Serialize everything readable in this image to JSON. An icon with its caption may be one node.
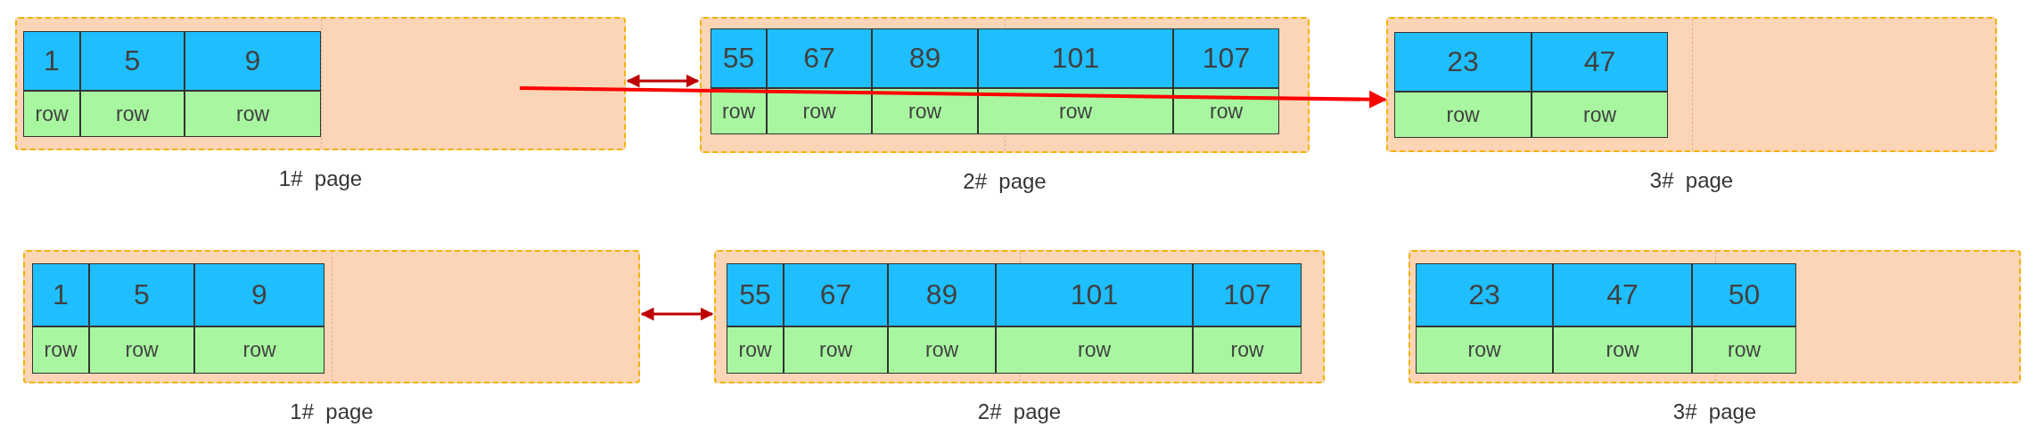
{
  "diagram": {
    "nodes": [
      {
        "text": [],
        "shape": "box",
        "beside": [
          "1#  page"
        ]
      },
      {
        "text": [
          "1"
        ],
        "in": 0
      },
      {
        "text": [
          "5"
        ],
        "in": 0
      },
      {
        "text": [
          "9"
        ],
        "in": 0
      },
      {
        "text": [
          "row"
        ],
        "in": 0
      },
      {
        "text": [
          "row"
        ],
        "in": 0
      },
      {
        "text": [
          "row"
        ],
        "in": 0
      },
      {
        "text": [],
        "shape": "box",
        "beside": [
          "2#  page"
        ]
      },
      {
        "text": [
          "55"
        ],
        "in": 7
      },
      {
        "text": [
          "67"
        ],
        "in": 7
      },
      {
        "text": [
          "89"
        ],
        "in": 7
      },
      {
        "text": [
          "101"
        ],
        "in": 7
      },
      {
        "text": [
          "107"
        ],
        "in": 7
      },
      {
        "text": [
          "row"
        ],
        "in": 7
      },
      {
        "text": [
          "row"
        ],
        "in": 7
      },
      {
        "text": [
          "row"
        ],
        "in": 7
      },
      {
        "text": [
          "row"
        ],
        "in": 7
      },
      {
        "text": [
          "row"
        ],
        "in": 7
      },
      {
        "text": [],
        "shape": "box",
        "beside": [
          "3#  page"
        ]
      },
      {
        "text": [
          "23"
        ],
        "in": 18
      },
      {
        "text": [
          "47"
        ],
        "in": 18
      },
      {
        "text": [
          "row"
        ],
        "in": 18
      },
      {
        "text": [
          "row"
        ],
        "in": 18
      },
      {
        "text": [],
        "shape": "box",
        "beside": [
          "1#  page"
        ]
      },
      {
        "text": [
          "1"
        ],
        "in": 23
      },
      {
        "text": [
          "5"
        ],
        "in": 23
      },
      {
        "text": [
          "9"
        ],
        "in": 23
      },
      {
        "text": [
          "row"
        ],
        "in": 23
      },
      {
        "text": [
          "row"
        ],
        "in": 23
      },
      {
        "text": [
          "row"
        ],
        "in": 23
      },
      {
        "text": [],
        "shape": "box",
        "beside": [
          "2#  page"
        ]
      },
      {
        "text": [
          "55"
        ],
        "in": 30
      },
      {
        "text": [
          "67"
        ],
        "in": 30
      },
      {
        "text": [
          "89"
        ],
        "in": 30
      },
      {
        "text": [
          "101"
        ],
        "in": 30
      },
      {
        "text": [
          "107"
        ],
        "in": 30
      },
      {
        "text": [
          "row"
        ],
        "in": 30
      },
      {
        "text": [
          "row"
        ],
        "in": 30
      },
      {
        "text": [
          "row"
        ],
        "in": 30
      },
      {
        "text": [
          "row"
        ],
        "in": 30
      },
      {
        "text": [
          "row"
        ],
        "in": 30
      },
      {
        "text": [],
        "shape": "box",
        "beside": [
          "3#  page"
        ]
      },
      {
        "text": [
          "23"
        ],
        "in": 41
      },
      {
        "text": [
          "47"
        ],
        "in": 41
      },
      {
        "text": [
          "50"
        ],
        "in": 41
      },
      {
        "text": [
          "row"
        ],
        "in": 41
      },
      {
        "text": [
          "row"
        ],
        "in": 41
      },
      {
        "text": [
          "row"
        ],
        "in": 41
      }
    ],
    "edges": [
      {
        "from": 0,
        "to": 7,
        "arrow": "both",
        "color": "#c00000"
      },
      {
        "from": null,
        "to": 18,
        "arrow": "to",
        "color": "#ff0000"
      },
      {
        "from": 23,
        "to": 30,
        "arrow": "both",
        "color": "#c00000"
      }
    ]
  }
}
